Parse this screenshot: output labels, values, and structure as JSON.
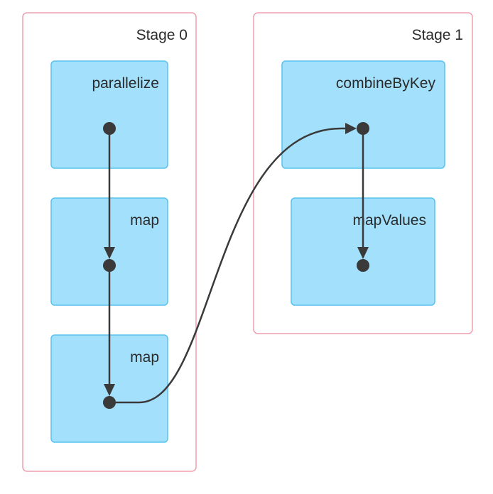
{
  "diagram": {
    "type": "spark-dag",
    "stages": [
      {
        "label": "Stage 0",
        "operations": [
          {
            "label": "parallelize"
          },
          {
            "label": "map"
          },
          {
            "label": "map"
          }
        ]
      },
      {
        "label": "Stage 1",
        "operations": [
          {
            "label": "combineByKey"
          },
          {
            "label": "mapValues"
          }
        ]
      }
    ],
    "edges": [
      {
        "from": "stage0-op0",
        "to": "stage0-op1"
      },
      {
        "from": "stage0-op1",
        "to": "stage0-op2"
      },
      {
        "from": "stage0-op2",
        "to": "stage1-op0"
      },
      {
        "from": "stage1-op0",
        "to": "stage1-op1"
      }
    ],
    "colors": {
      "stage_border": "#ee9fae",
      "op_fill": "#a3e0fc",
      "op_border": "#58c2ee",
      "edge": "#3a3a3a",
      "text": "#2b2b2b"
    }
  }
}
